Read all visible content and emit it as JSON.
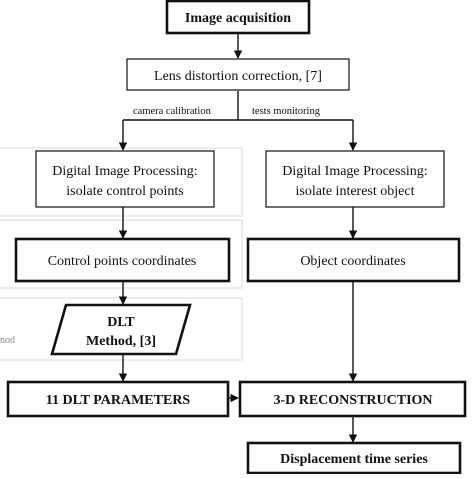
{
  "nodes": {
    "acquisition": "Image acquisition",
    "lens": "Lens distortion correction, [7]",
    "dip_control": [
      "Digital Image Processing:",
      "isolate control points"
    ],
    "dip_object": [
      "Digital Image Processing:",
      "isolate interest object"
    ],
    "control_coords": "Control points coordinates",
    "object_coords": "Object coordinates",
    "dlt_method": [
      "DLT",
      "Method, [3]"
    ],
    "dlt_params": "11 DLT PARAMETERS",
    "reconstruction": "3-D RECONSTRUCTION",
    "displacement": "Displacement time series"
  },
  "edge_labels": {
    "left_branch": "camera calibration",
    "right_branch": "tests monitoring"
  },
  "background": {
    "band_text": "nod"
  },
  "colors": {
    "stroke": "#111111",
    "band": "#d9d9d9"
  }
}
